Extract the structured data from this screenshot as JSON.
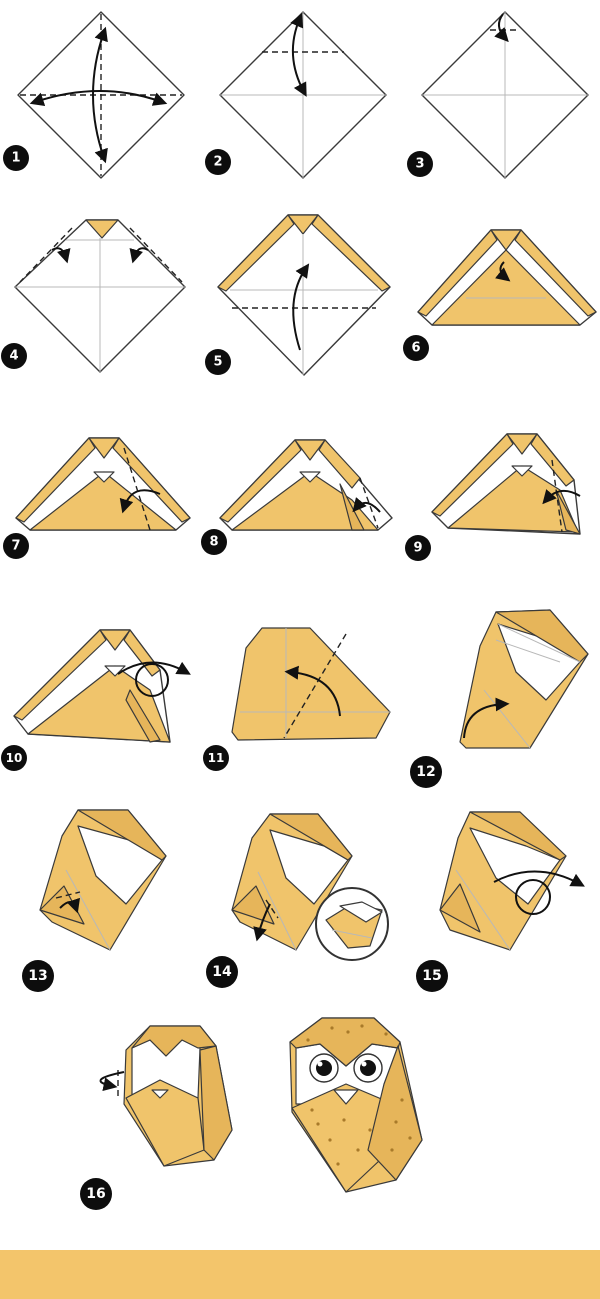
{
  "steps": [
    "1",
    "2",
    "3",
    "4",
    "5",
    "6",
    "7",
    "8",
    "9",
    "10",
    "11",
    "12",
    "13",
    "14",
    "15",
    "16"
  ],
  "colors": {
    "paper": "#ffffff",
    "gold": "#f0c46b",
    "gold_dark": "#e6b55a",
    "outline": "#3a3a3a",
    "badge": "#0d0d0d",
    "footer_band": "#f3c56b"
  },
  "icons": [
    "fold-arrow-icon",
    "turn-over-icon",
    "magnifier-icon",
    "step-number-badge"
  ]
}
